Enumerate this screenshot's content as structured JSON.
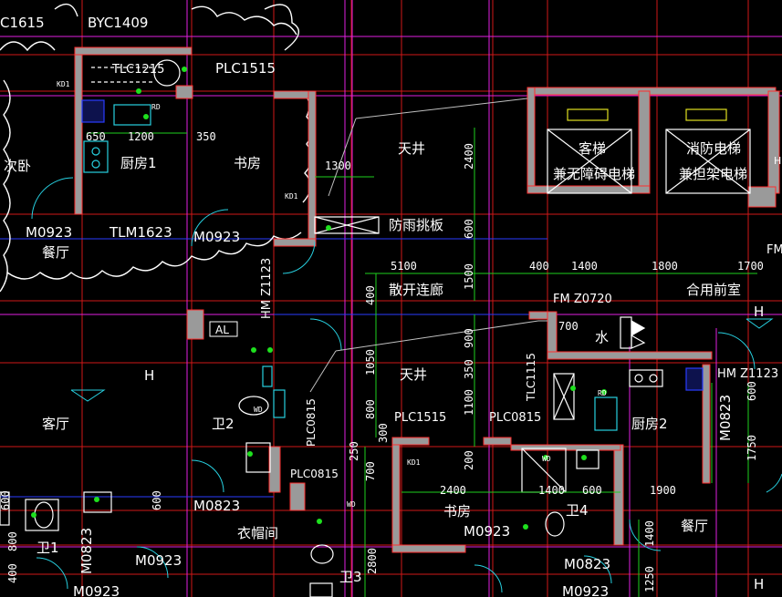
{
  "colors": {
    "background": "#000000",
    "wall_fill": "#9a9a9a",
    "wall_line": "#ff2d2d",
    "axis_red": "#d01818",
    "axis_magenta": "#e020e0",
    "fixture_cyan": "#27d0e0",
    "fixture_blue": "#2a3cff",
    "text": "#ffffff",
    "green_dot": "#1ee01e",
    "dim_green": "#1ed01e",
    "yellow": "#e0e020",
    "cloud": "#ffffff"
  },
  "rooms": {
    "ciwo": "次卧",
    "chufang1": "厨房1",
    "shufang_top": "书房",
    "tianjing_top": "天井",
    "keti": "客梯",
    "keti_sub": "兼无障碍电梯",
    "xiaofang": "消防电梯",
    "xiaofang_sub": "兼担架电梯",
    "fangyu": "防雨挑板",
    "canting_top": "餐厅",
    "sankai": "散开连廊",
    "heyong": "合用前室",
    "tianjing_mid": "天井",
    "keting": "客厅",
    "wei2": "卫2",
    "chufang2": "厨房2",
    "shufang_bot": "书房",
    "wei4": "卫4",
    "canting_bot": "餐厅",
    "yimaojian": "衣帽间",
    "wei1": "卫1",
    "wei3": "卫3",
    "shui": "水"
  },
  "tags": {
    "c1615": "C1615",
    "byc1409": "BYC1409",
    "tlc1215": "TLC1215",
    "plc1515_top": "PLC1515",
    "kd1": "KD1",
    "kd1b": "KD1",
    "kd1c": "KD1",
    "m0923_a": "M0923",
    "tlm1623": "TLM1623",
    "m0923_b": "M0923",
    "hmz1123_a": "HM Z1123",
    "al": "AL",
    "fm_right": "FM",
    "fmz0720": "FM Z0720",
    "h_a": "H",
    "h_b": "H",
    "h_c": "H",
    "h_d": "H",
    "hmz1123_b": "HM Z1123",
    "tlc1115": "TLC1115",
    "plc0815_v": "PLC0815",
    "plc1515_mid": "PLC1515",
    "plc0815_mid": "PLC0815",
    "plc0815_low": "PLC0815",
    "m0823_a": "M0823",
    "m0823_b": "M0823",
    "m0823_c": "M0823",
    "m0823_d": "M0823",
    "m0923_c": "M0923",
    "m0923_d": "M0923",
    "m0923_e": "M0923",
    "m0923_f": "M0923",
    "rd_a": "RD",
    "rd_b": "RD",
    "wd_a": "WD",
    "wd_b": "WD",
    "wd_c": "WD"
  },
  "dims": {
    "d650": "650",
    "d1200": "1200",
    "d350a": "350",
    "d1300": "1300",
    "d2400v": "2400",
    "d600v": "600",
    "d5100": "5100",
    "d400": "400",
    "d1400a": "1400",
    "d1800": "1800",
    "d1700": "1700",
    "d1500v": "1500",
    "d400v": "400",
    "d700": "700",
    "d900v": "900",
    "d1050v": "1050",
    "d350v": "350",
    "d800v": "800",
    "d1100v": "1100",
    "d300v": "300",
    "d250v": "250",
    "d200v": "200",
    "d700v": "700",
    "d2400": "2400",
    "d1400b": "1400",
    "d600": "600",
    "d1900": "1900",
    "d600v2": "600",
    "d1750v": "1750",
    "d600v3": "600",
    "d800v2": "800",
    "d400v2": "400",
    "d2800v": "2800",
    "d1400v": "1400",
    "d1250v": "1250",
    "d600r": "600"
  }
}
